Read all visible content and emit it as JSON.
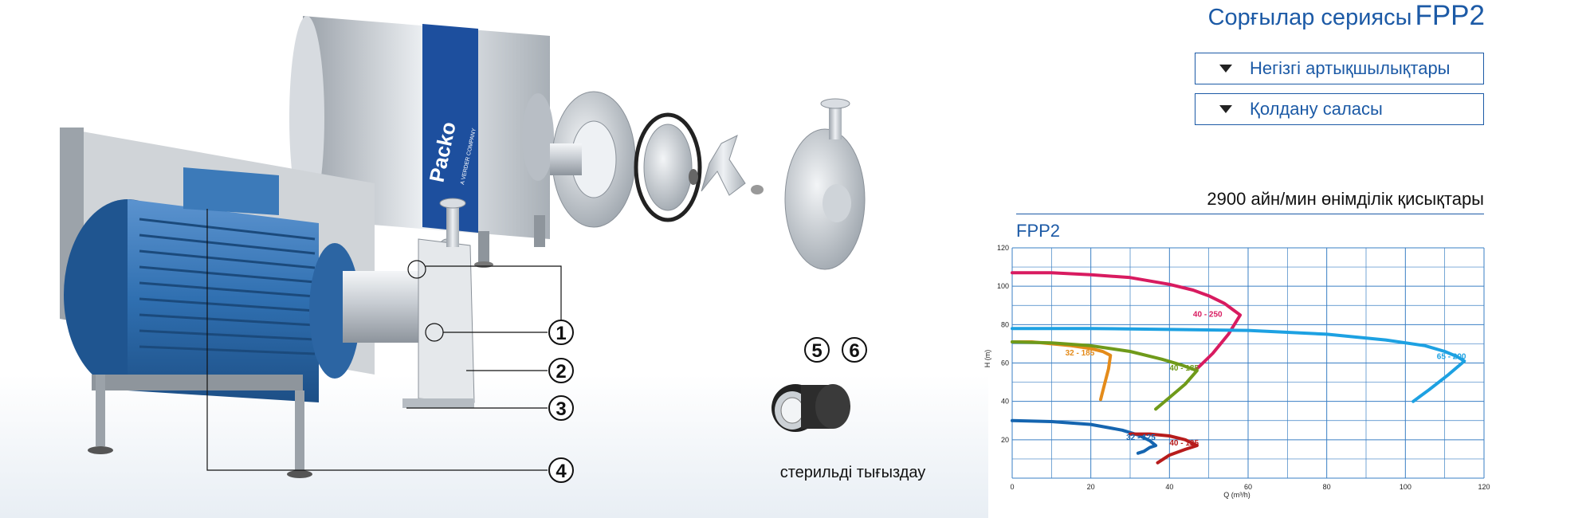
{
  "header": {
    "title_prefix": "Сорғылар сериясы",
    "title_code": "FPP2"
  },
  "accordions": [
    {
      "label": "Негізгі артықшылықтары"
    },
    {
      "label": "Қолдану саласы"
    }
  ],
  "illustration": {
    "brand": "Packo",
    "brand_sub": "A VERDER COMPANY",
    "callouts": [
      "1",
      "2",
      "3",
      "4",
      "5",
      "6"
    ],
    "seal_caption": "стерильді тығыздау"
  },
  "curves_section": {
    "title": "2900 айн/мин өнімділік қисықтары"
  },
  "colors": {
    "brand_blue": "#1c5aa6",
    "motor_blue": "#2f6fb0",
    "grid_blue": "#3a7fc4"
  },
  "chart_data": {
    "type": "line",
    "title": "FPP2",
    "xlabel": "Q (m³/h)",
    "ylabel": "H (m)",
    "xlim": [
      0,
      120
    ],
    "ylim": [
      0,
      120
    ],
    "xticks": [
      "0",
      "20",
      "40",
      "60",
      "80",
      "100",
      "120"
    ],
    "yticks": [
      "20",
      "40",
      "60",
      "80",
      "100",
      "120"
    ],
    "grid": true,
    "series": [
      {
        "name": "40 - 250",
        "color": "#d81b60",
        "x": [
          0,
          10,
          20,
          30,
          40,
          46,
          50,
          54,
          56,
          58,
          55,
          51,
          47
        ],
        "y": [
          107,
          107,
          106,
          104.5,
          101,
          98,
          95,
          91,
          88,
          85,
          75,
          65,
          57
        ]
      },
      {
        "name": "65 - 200",
        "color": "#1da1e2",
        "x": [
          0,
          20,
          40,
          60,
          80,
          95,
          105,
          110,
          113,
          115,
          111,
          106,
          102
        ],
        "y": [
          78,
          78,
          77.5,
          77,
          75,
          72,
          69,
          66,
          63.5,
          61,
          54,
          46,
          40
        ]
      },
      {
        "name": "32 - 185",
        "color": "#e48b1a",
        "x": [
          0,
          5,
          10,
          15,
          20,
          23,
          25,
          24.5,
          23.5,
          22.5
        ],
        "y": [
          71,
          71,
          70,
          69,
          67.5,
          66,
          64,
          57,
          49,
          41
        ]
      },
      {
        "name": "40 - 185",
        "color": "#6f9a1a",
        "x": [
          0,
          10,
          20,
          30,
          38,
          43,
          47,
          44,
          40,
          36.5
        ],
        "y": [
          71,
          70.5,
          69,
          66,
          62,
          59,
          56,
          49,
          42,
          36
        ]
      },
      {
        "name": "32 - 125",
        "color": "#1565b0",
        "x": [
          0,
          10,
          20,
          28,
          32,
          35,
          36.5,
          35,
          33.5,
          32
        ],
        "y": [
          30,
          29.5,
          28,
          25,
          22.5,
          19.5,
          17,
          16,
          14,
          13
        ]
      },
      {
        "name": "40 - 125",
        "color": "#b71c1c",
        "x": [
          30,
          35,
          40,
          44,
          47,
          44,
          40,
          37
        ],
        "y": [
          23,
          23,
          22,
          20,
          17,
          15,
          12,
          8
        ]
      }
    ],
    "labels": [
      {
        "text": "40 - 250",
        "x": 46,
        "y": 84,
        "color": "#d81b60"
      },
      {
        "text": "65 - 200",
        "x": 108,
        "y": 62,
        "color": "#1da1e2"
      },
      {
        "text": "32 - 185",
        "x": 13.5,
        "y": 64,
        "color": "#e48b1a"
      },
      {
        "text": "40 - 185",
        "x": 40,
        "y": 56,
        "color": "#6f9a1a"
      },
      {
        "text": "32 - 125",
        "x": 29,
        "y": 20,
        "color": "#1565b0"
      },
      {
        "text": "40 - 125",
        "x": 40,
        "y": 17,
        "color": "#b71c1c"
      }
    ]
  }
}
